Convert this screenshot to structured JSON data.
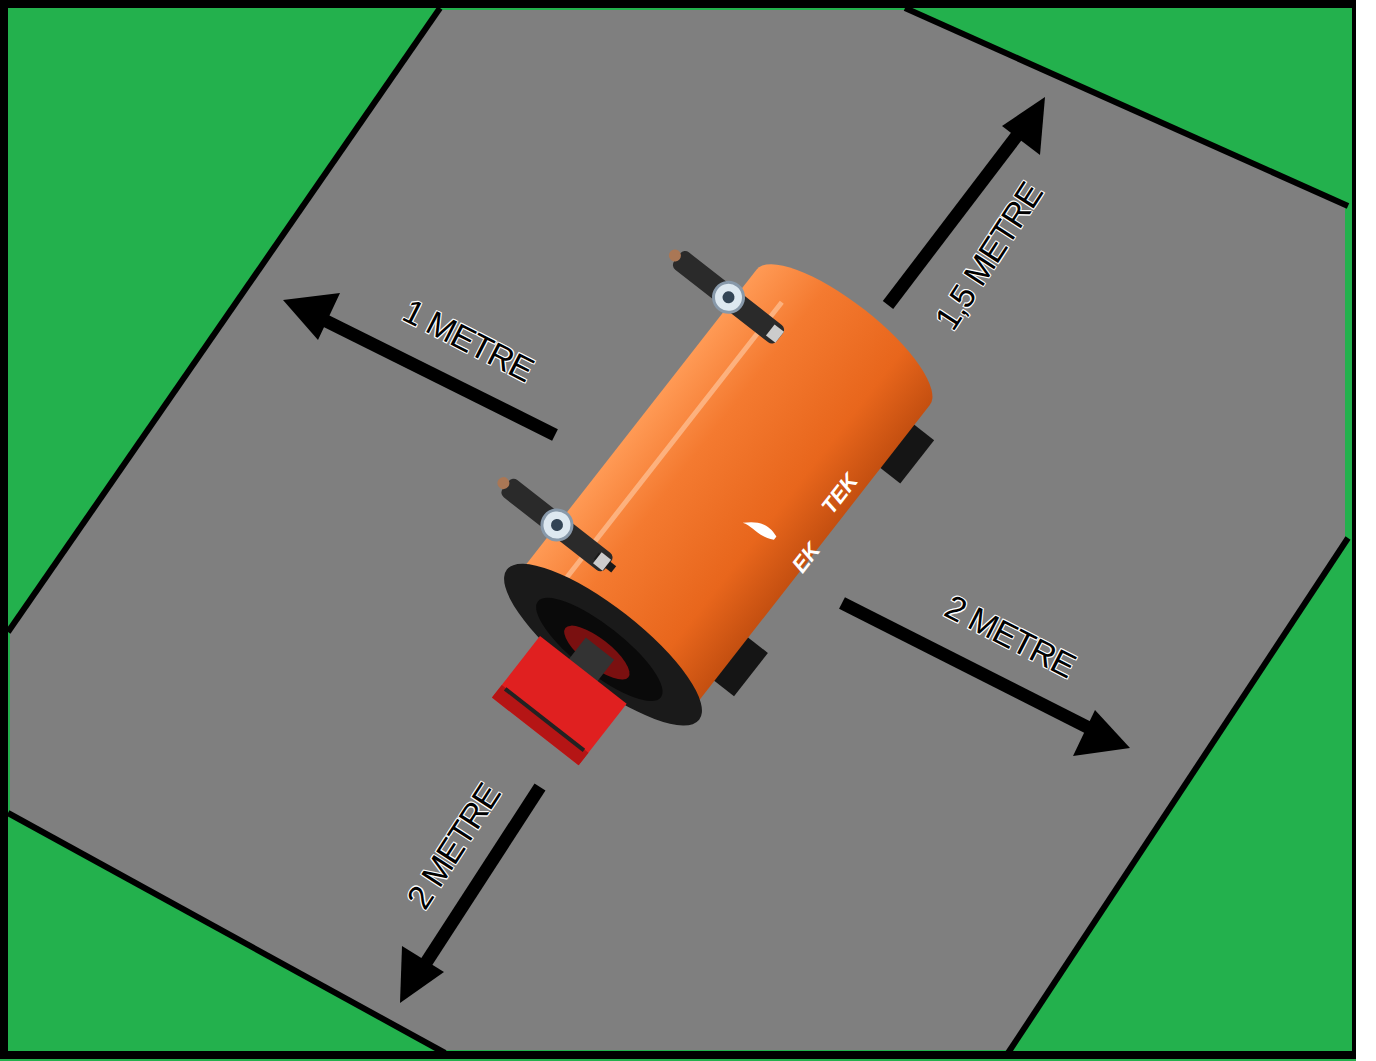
{
  "diagram": {
    "labels": [
      "1 METRE",
      "1,5 METRE",
      "2 METRE",
      "2 METRE",
      "EK",
      "TEK"
    ]
  }
}
